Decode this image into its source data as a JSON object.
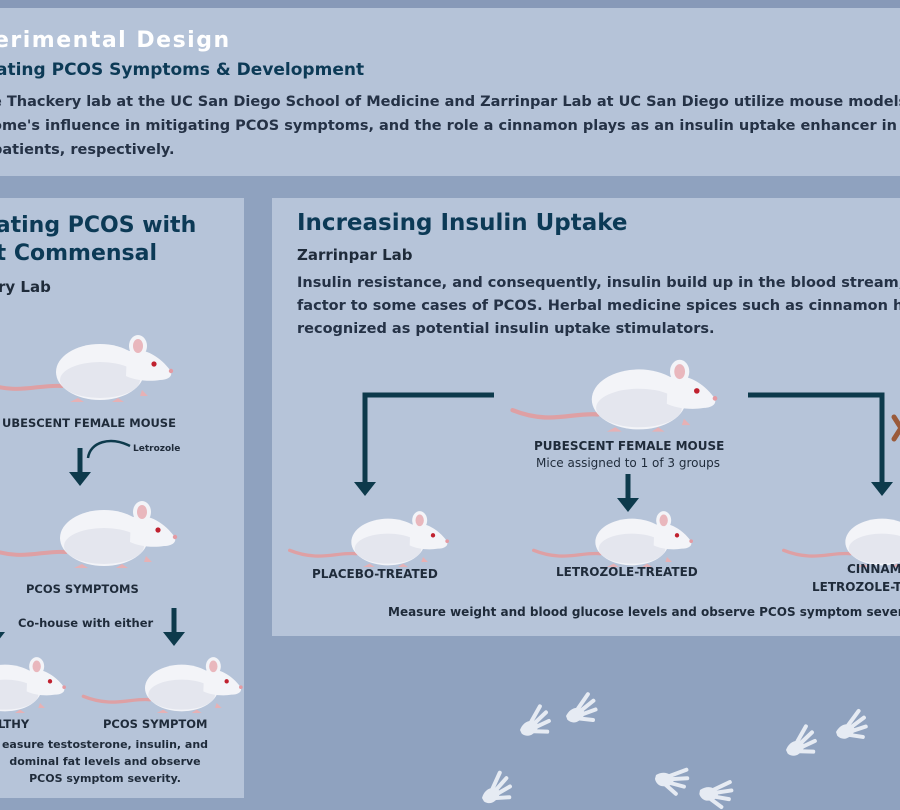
{
  "header": {
    "title": "erimental Design",
    "subtitle": "ating PCOS Symptoms & Development",
    "body_line1": "e Thackery lab at the UC San Diego School of Medicine and Zarrinpar Lab at UC San Diego utilize mouse models to explore",
    "body_line2": "ome's influence in mitigating PCOS symptoms, and the role a cinnamon plays as an insulin uptake enhancer in insulin-r",
    "body_line3": "patients, respectively."
  },
  "left_panel": {
    "title_line1": "pating PCOS with",
    "title_line2": "ut Commensal",
    "lab": "ry Lab",
    "mouse1_label": "UBESCENT FEMALE MOUSE",
    "treatment_label": "Letrozole",
    "mouse2_label": "PCOS SYMPTOMS",
    "cohouse_label": "Co-house with either",
    "healthy_label": "LTHY",
    "pcos_symptom_label": "PCOS SYMPTOM",
    "note_line1": "easure testosterone, insulin, and",
    "note_line2": "dominal fat levels  and observe",
    "note_line3": "PCOS symptom severity."
  },
  "right_panel": {
    "title": "Increasing Insulin Uptake",
    "lab": "Zarrinpar Lab",
    "body_line1": "Insulin resistance, and consequently, insulin build up in the blood stream, is a cont",
    "body_line2": "factor  to  some  cases  of  PCOS.  Herbal  medicine  spices  such  as  cinnamon  ha",
    "body_line3": "recognized as potential insulin uptake stimulators.",
    "mouse_label": "PUBESCENT FEMALE MOUSE",
    "mouse_sublabel": "Mice assigned to 1 of 3 groups",
    "group1_label": "PLACEBO-TREATED",
    "group2_label": "LETROZOLE-TREATED",
    "group3_line1": "CINNAMO",
    "group3_line2": "LETROZOLE-T",
    "note": "Measure weight and blood glucose levels and observe PCOS symptom severity."
  },
  "colors": {
    "background": "#8fa2bf",
    "panel": "#b6c4d9",
    "heading": "#0c3a56",
    "arrow": "#0d3a4c",
    "mouse_body": "#f4f5f9",
    "mouse_tail": "#e0a3a6",
    "footprint": "#e6ebf3"
  }
}
